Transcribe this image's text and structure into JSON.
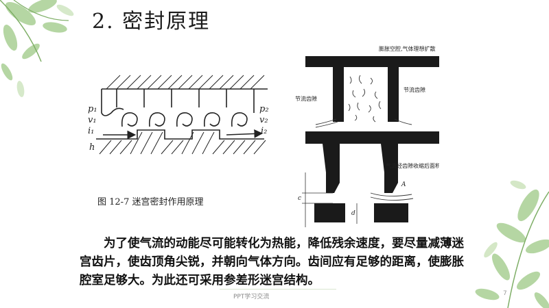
{
  "slide": {
    "title": "2. 密封原理",
    "body": "为了使气流的动能尽可能转化为热能，降低残余速度，要尽量减薄迷宫齿片，使齿顶角尖锐，并朝向气体方向。齿间应有足够的距离，使膨胀腔室足够大。为此还可采用参差形迷宫结构。",
    "footer": "PPT学习交流",
    "page_number": "7"
  },
  "figure_left": {
    "caption": "图 12-7   迷宫密封作用原理",
    "labels": {
      "p1": "p₁",
      "v1": "v₁",
      "i1": "i₁",
      "p2": "p₂",
      "v2": "v₂",
      "i2": "i₂",
      "h": "h"
    }
  },
  "figure_right": {
    "label_expansion": "膨胀空腔,气体理想扩散",
    "label_throttle_left": "节流齿隙",
    "label_throttle_right": "节流齿隙",
    "label_contraction": "气流经齿隙收缩后面积",
    "label_A": "A",
    "label_c": "c",
    "label_d": "d"
  },
  "colors": {
    "leaf_green": "#9cc585",
    "leaf_dark": "#6fa25a",
    "diagram": "#222222"
  }
}
